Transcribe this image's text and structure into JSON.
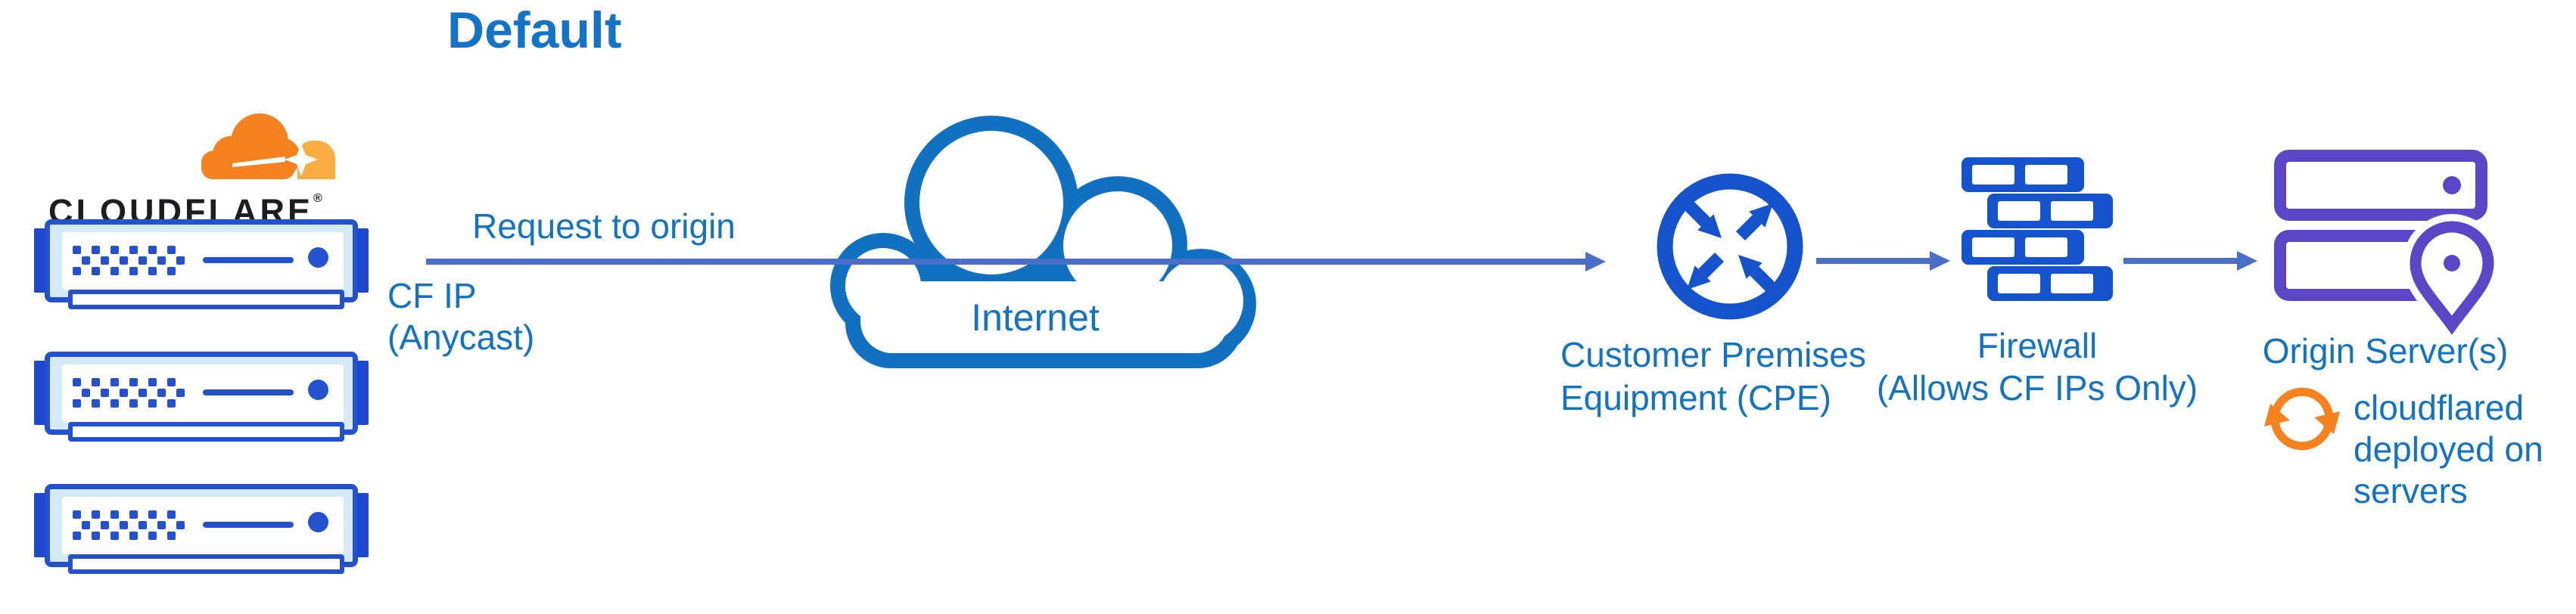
{
  "title": "Default",
  "cloudflare": {
    "wordmark": "CLOUDFLARE",
    "registered_mark": "®"
  },
  "edge_to_internet": {
    "request_label": "Request to origin",
    "ip_lines": [
      "CF IP",
      "(Anycast)"
    ]
  },
  "internet": {
    "label": "Internet"
  },
  "cpe": {
    "lines": [
      "Customer Premises",
      "Equipment (CPE)"
    ]
  },
  "firewall": {
    "lines": [
      "Firewall",
      "(Allows CF IPs Only)"
    ]
  },
  "origin": {
    "label": "Origin Server(s)",
    "note_lines": [
      "cloudflared",
      "deployed on",
      "servers"
    ]
  },
  "icons": [
    "cloudflare-logo-icon",
    "server-icon",
    "internet-cloud-icon",
    "cpe-router-icon",
    "firewall-icon",
    "origin-servers-icon",
    "location-pin-icon",
    "cloudflared-sync-icon",
    "flow-arrow-icon"
  ],
  "colors": {
    "label_blue": "#1273C3",
    "title_blue": "#1373C6",
    "icon_blue": "#1453CC",
    "server_blue": "#2452CE",
    "server_tab_blue": "#1D49D0",
    "server_fill": "#D5EAF4",
    "arrow_slate_blue": "#4A6FC8",
    "cloud_outline_blue": "#1270C0",
    "origin_purple": "#5C46C8",
    "cf_orange": "#F6821F",
    "cf_orange_light": "#FBAD41",
    "wordmark_black": "#1D1D1F",
    "background": "#FFFFFF"
  }
}
